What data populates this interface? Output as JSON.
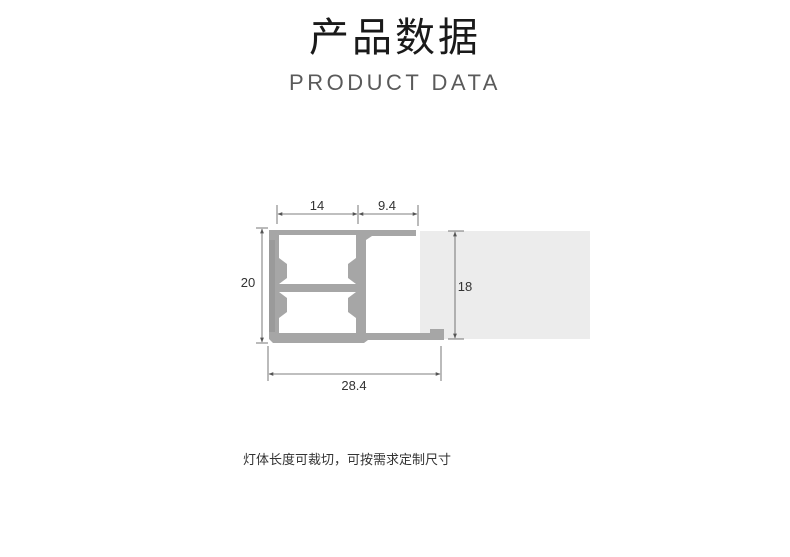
{
  "header": {
    "title_cn": "产品数据",
    "title_en": "PRODUCT DATA"
  },
  "drawing": {
    "dimensions": {
      "top_left_width": "14",
      "top_right_width": "9.4",
      "left_height": "20",
      "right_height": "18",
      "bottom_width": "28.4"
    },
    "colors": {
      "profile": "#a6a6a6",
      "panel": "#ececec",
      "dimension_line": "#555555"
    }
  },
  "note": {
    "text": "灯体长度可裁切，可按需求定制尺寸"
  }
}
